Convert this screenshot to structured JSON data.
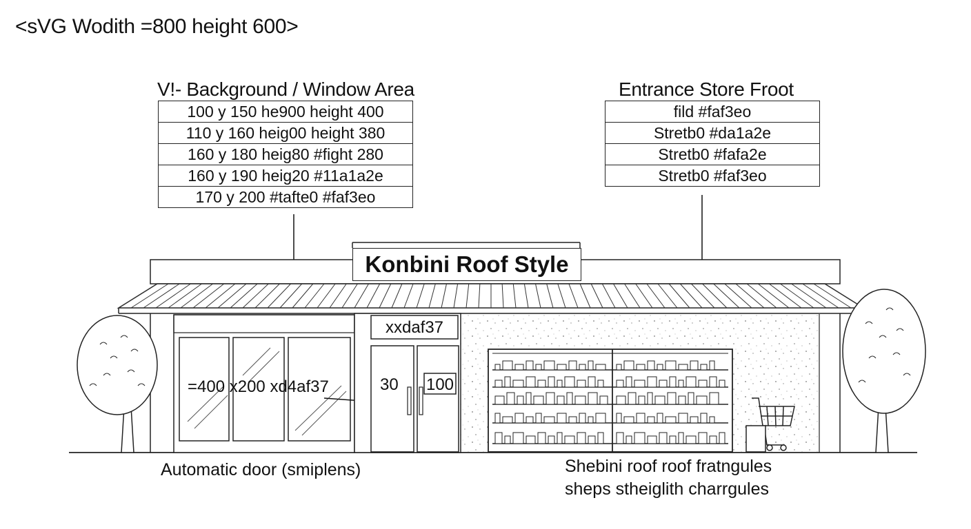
{
  "title_code": "<sVG Wodith =800 height 600>",
  "background_section": {
    "heading": "V!- Background / Window Area",
    "rows": [
      "100 y 150  he900 height 400",
      "110 y 160  heig00 height 380",
      "160 y 180  heig80  #fight 280",
      "160 y 190   heig20  #11a1a2e",
      "170 y 200  #tafte0   #faf3eo"
    ]
  },
  "entrance_section": {
    "heading": "Entrance Store Froot",
    "rows": [
      "fild  #faf3eo",
      "Stretb0 #da1a2e",
      "Stretb0 #fafa2e",
      "Stretb0   #faf3eo"
    ]
  },
  "sign": {
    "text": "Konbini Roof Style"
  },
  "door_sign": {
    "text": "xxdaf37"
  },
  "window_label": {
    "text": "=400  x200  xd4af37"
  },
  "door_labels": {
    "left": "30",
    "right": "100"
  },
  "captions": {
    "left": "Automatic door (smiplens)",
    "right_line1": "Shebini roof roof fratngules",
    "right_line2": "sheps stheiglith charrgules"
  }
}
